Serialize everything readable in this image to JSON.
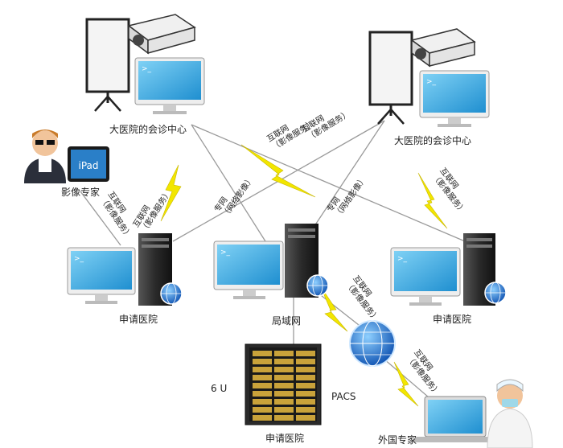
{
  "labels": {
    "center_left": "大医院的会诊中心",
    "center_right": "大医院的会诊中心",
    "imaging_expert": "影像专家",
    "ipad": "iPad",
    "hospital_left": "申请医院",
    "hospital_right": "申请医院",
    "lan": "局域网",
    "rack_u": "6 U",
    "pacs": "PACS",
    "hospital_bottom": "申请医院",
    "foreign_expert": "外国专家"
  },
  "link_labels": {
    "internet_line1": "互联网",
    "internet_line2": "（影像服务）",
    "private_line1": "专网",
    "private_line2": "（网络影像）"
  },
  "colors": {
    "screen_blue": "#2aa4e0",
    "bolt_yellow": "#f2e600",
    "link_gray": "#8c8c8c",
    "server_dark": "#2a2a2a",
    "globe_blue": "#1c73d6"
  }
}
